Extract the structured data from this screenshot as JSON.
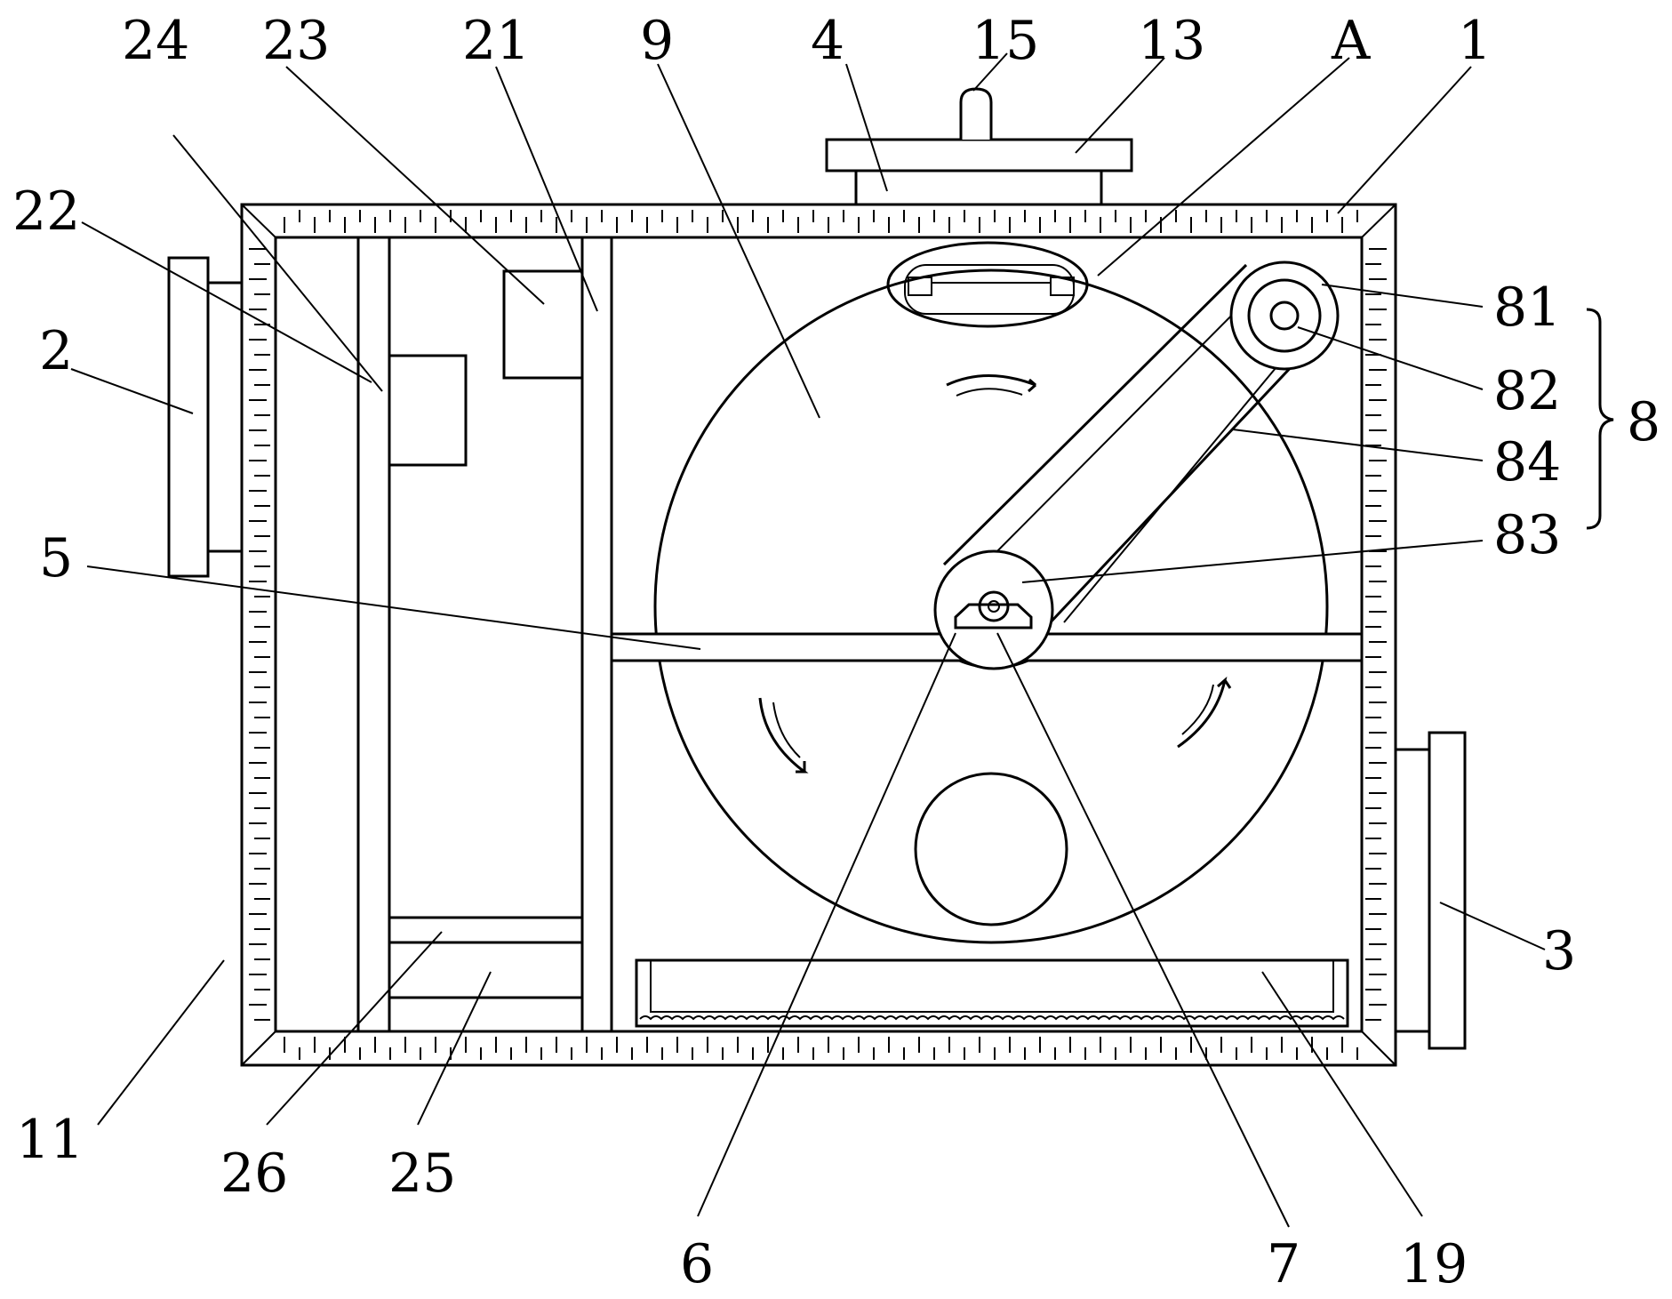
{
  "labels": {
    "l24": "24",
    "l23": "23",
    "l21": "21",
    "l9": "9",
    "l4": "4",
    "l15": "15",
    "l13": "13",
    "lA": "A",
    "l1": "1",
    "l22": "22",
    "l2": "2",
    "l81": "81",
    "l82": "82",
    "l84": "84",
    "l8": "8",
    "l83": "83",
    "l5": "5",
    "l3": "3",
    "l11": "11",
    "l26": "26",
    "l25": "25",
    "l6": "6",
    "l7": "7",
    "l19": "19"
  }
}
